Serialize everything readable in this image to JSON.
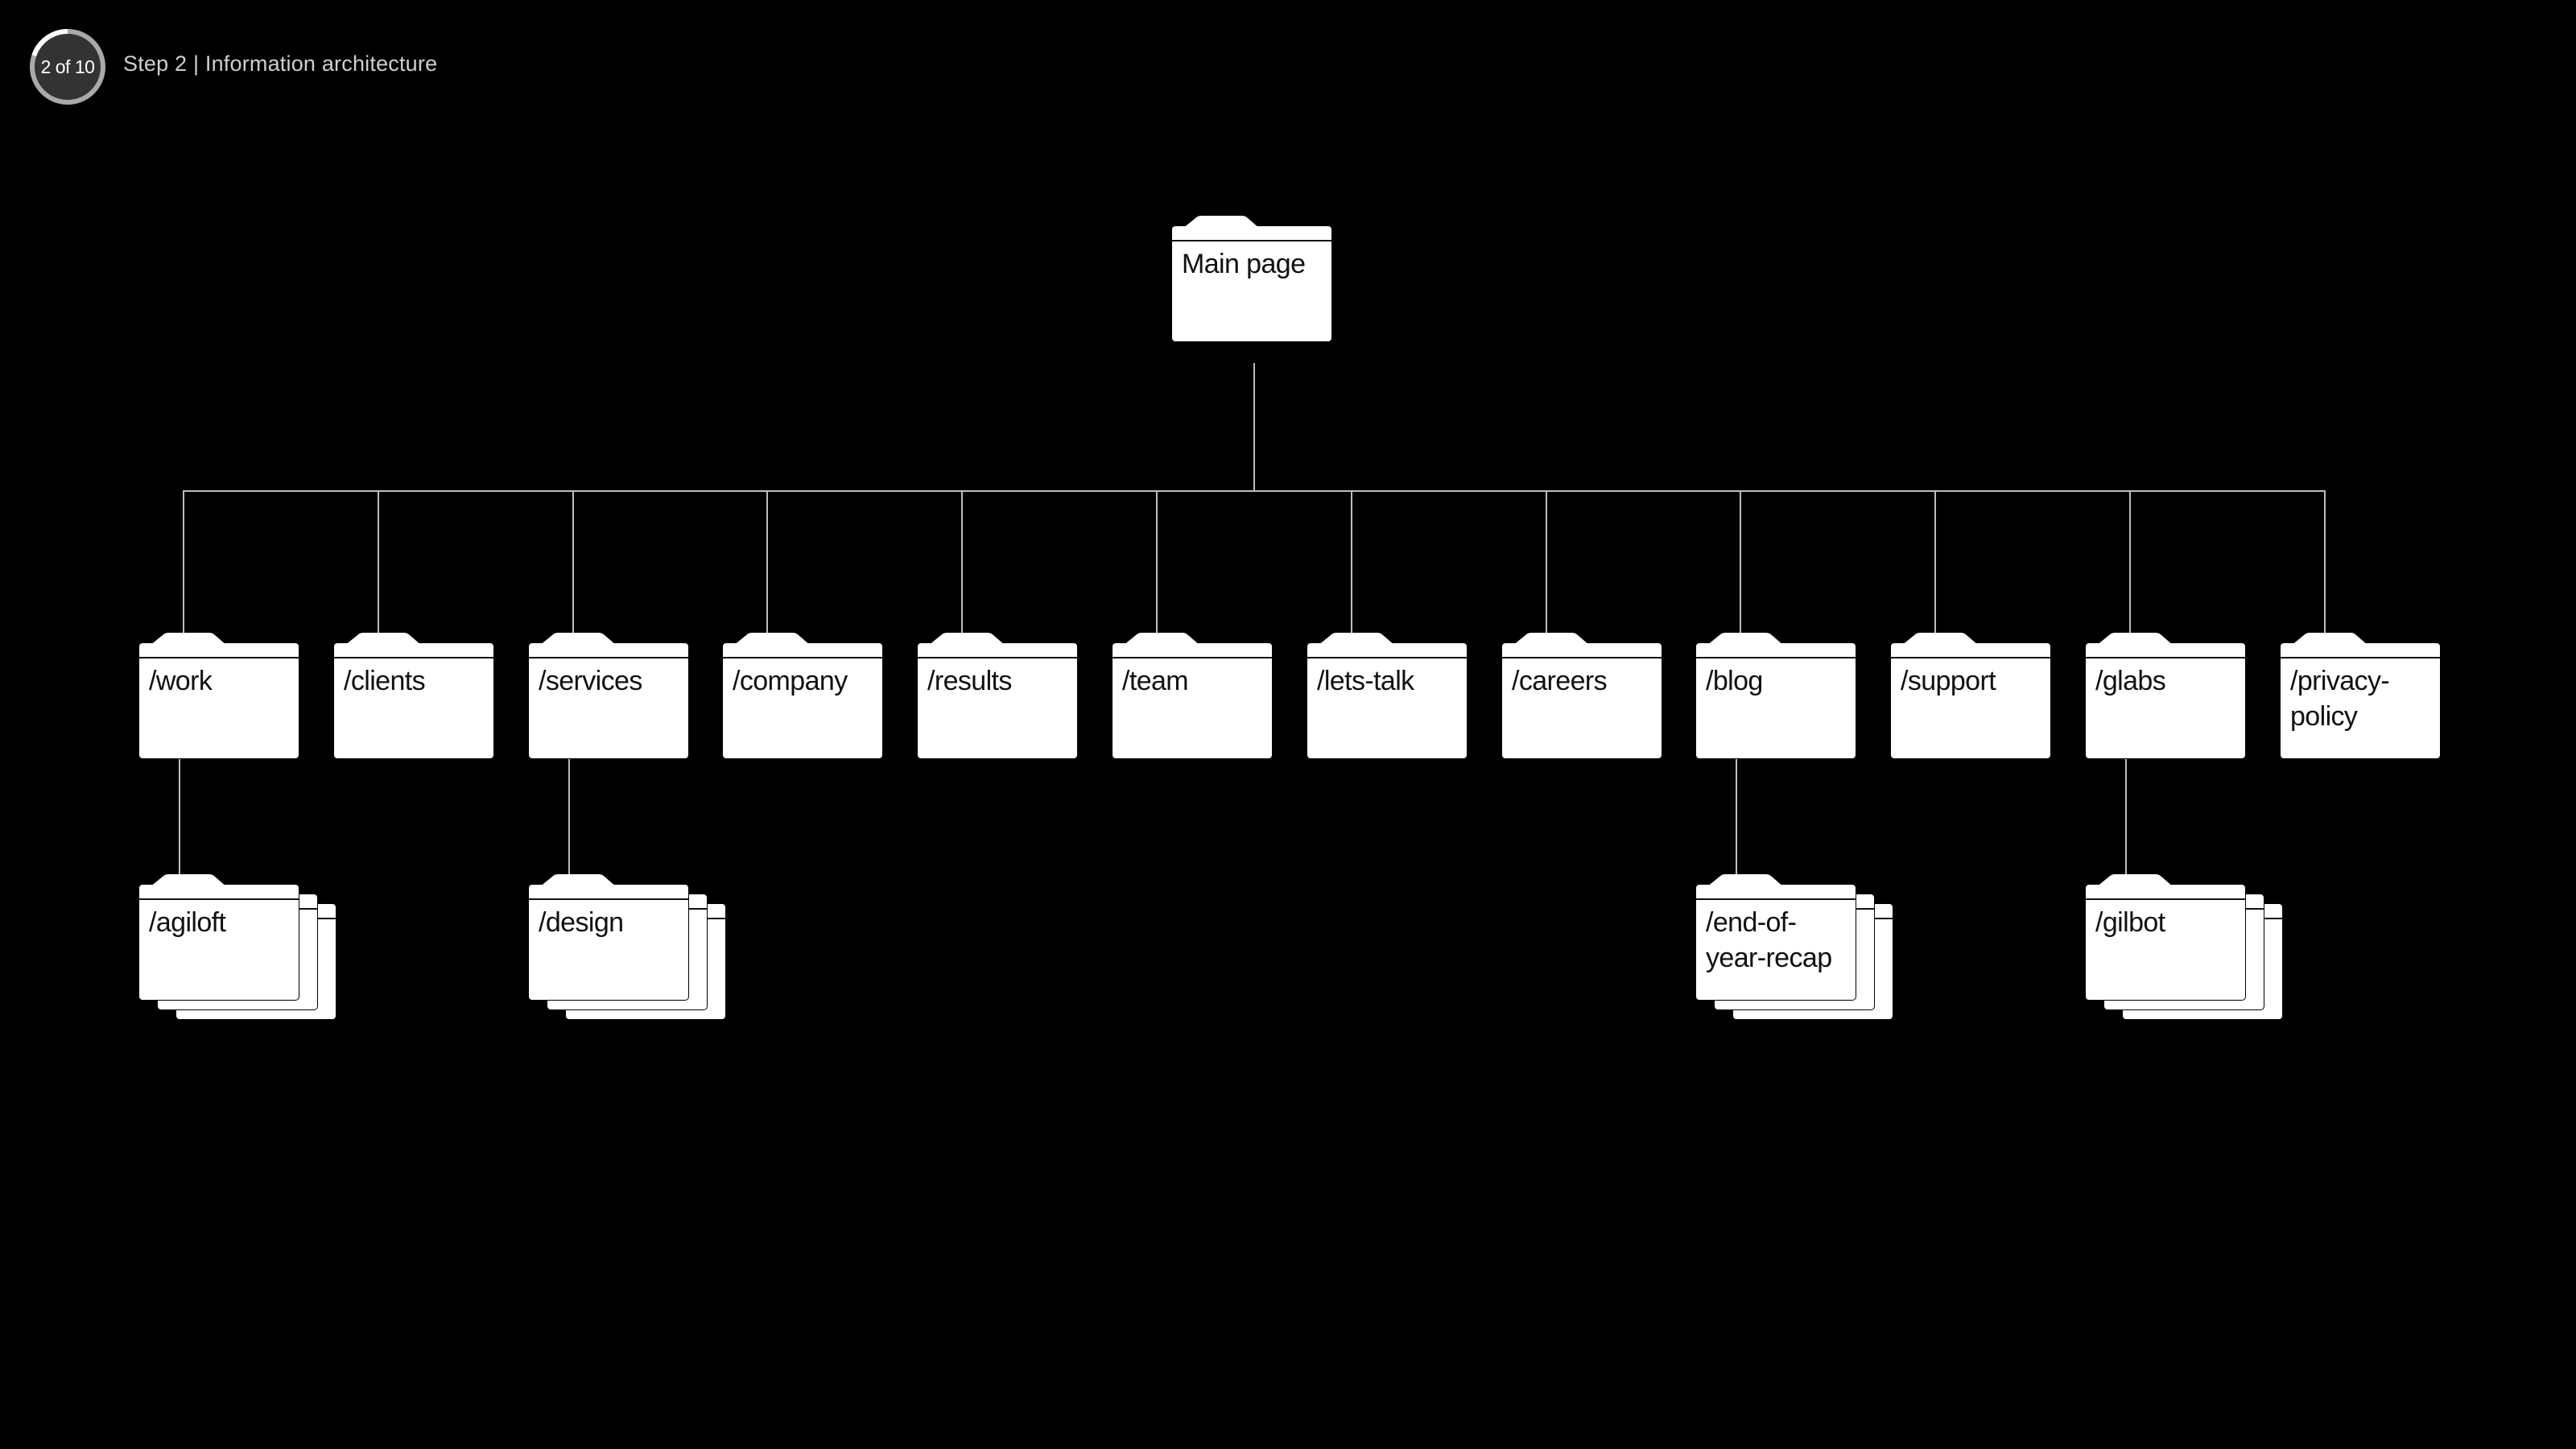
{
  "header": {
    "step_count": "2 of 10",
    "progress": 0.2,
    "title": "Step 2 | Information architecture"
  },
  "diagram": {
    "root": "Main page",
    "children": [
      {
        "label": "/work",
        "children": [
          "/agiloft"
        ]
      },
      {
        "label": "/clients",
        "children": []
      },
      {
        "label": "/services",
        "children": [
          "/design"
        ]
      },
      {
        "label": "/company",
        "children": []
      },
      {
        "label": "/results",
        "children": []
      },
      {
        "label": "/team",
        "children": []
      },
      {
        "label": "/lets-talk",
        "children": []
      },
      {
        "label": "/careers",
        "children": []
      },
      {
        "label": "/blog",
        "children": [
          "/end-of-year-recap"
        ]
      },
      {
        "label": "/support",
        "children": []
      },
      {
        "label": "/glabs",
        "children": [
          "/gilbot"
        ]
      },
      {
        "label": "/privacy-policy",
        "children": []
      }
    ]
  },
  "colors": {
    "background": "#000000",
    "folder": "#ffffff",
    "connector": "#bdbdbd"
  }
}
